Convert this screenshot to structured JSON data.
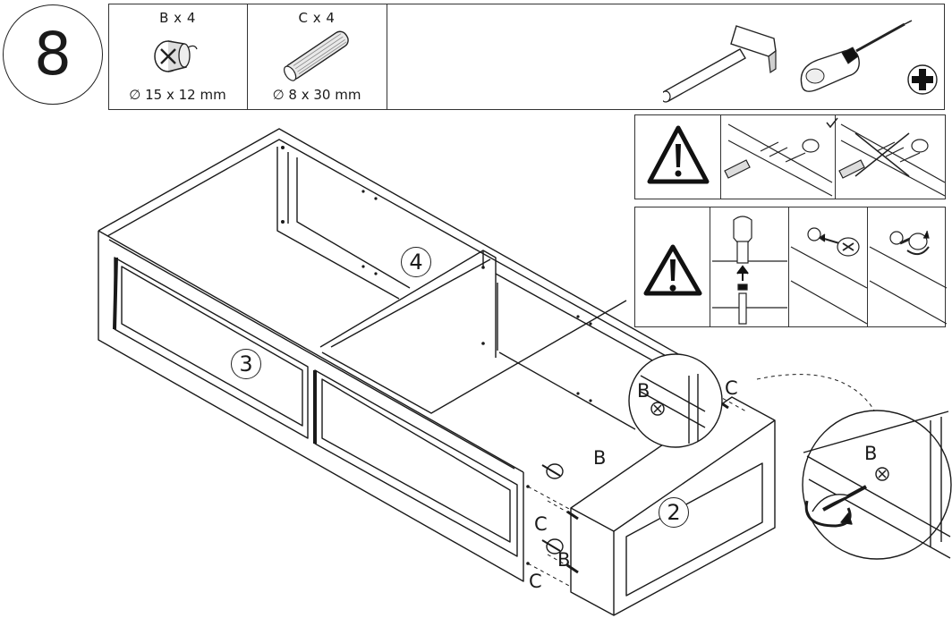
{
  "step": {
    "number": "8"
  },
  "parts": [
    {
      "qty_label": "B x 4",
      "size_label": "∅ 15 x 12 mm",
      "icon": "cam-lock-icon"
    },
    {
      "qty_label": "C x 4",
      "size_label": "∅ 8 x 30 mm",
      "icon": "wooden-dowel-icon"
    }
  ],
  "tools": [
    {
      "icon": "hammer-icon"
    },
    {
      "icon": "phillips-screwdriver-icon"
    },
    {
      "icon": "phillips-head-badge-icon"
    }
  ],
  "warnings": [
    {
      "icon": "warning-triangle-icon",
      "panels": [
        "dowel-insert-correct",
        "dowel-insert-check"
      ]
    },
    {
      "icon": "warning-triangle-icon",
      "panels": [
        "cam-bolt-insert",
        "cam-lock-insert",
        "cam-lock-turn"
      ]
    }
  ],
  "callouts": {
    "panel_labels": [
      "4",
      "3",
      "2"
    ],
    "part_letters": [
      "B",
      "C",
      "B",
      "C",
      "B",
      "C",
      "B"
    ]
  },
  "colors": {
    "line": "#1a1a1a",
    "background": "#ffffff",
    "shade": "#cfcfcf"
  }
}
